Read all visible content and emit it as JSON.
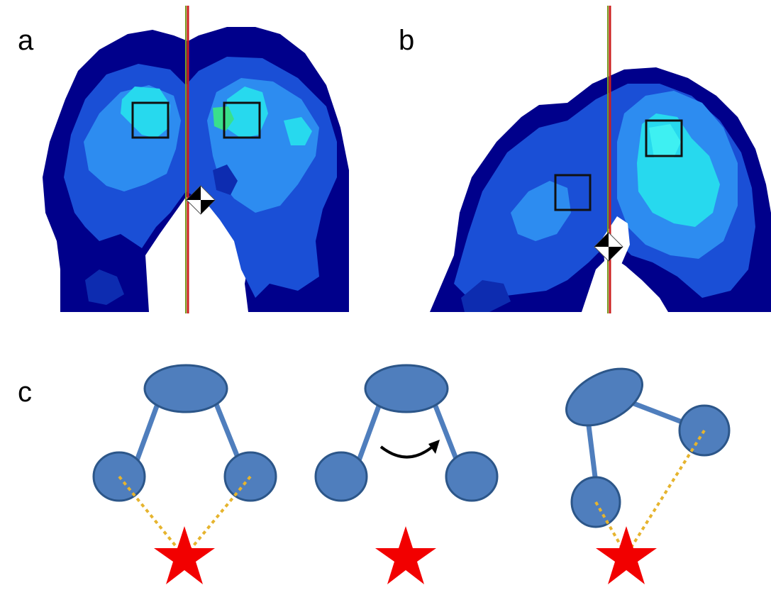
{
  "panels": {
    "a": {
      "label": "a"
    },
    "b": {
      "label": "b"
    },
    "c": {
      "label": "c"
    }
  },
  "colors": {
    "heatmap_outer": "#00008b",
    "heatmap_mid": "#1a4fd6",
    "heatmap_light": "#2d8cf0",
    "heatmap_cyan": "#27d9ee",
    "heatmap_green": "#39e08c",
    "reference_line_red": "#cc1e1e",
    "reference_line_green": "#7a9a22",
    "roi_box": "#111111",
    "node_fill": "#4f7ebd",
    "node_stroke": "#2c5689",
    "link": "#4f7ebd",
    "dotted_line": "#e6b42e",
    "star": "#f20000",
    "arrow": "#000000"
  },
  "icons": {
    "center_of_pressure": "center-of-pressure-icon",
    "star": "star-icon",
    "rotation_arrow": "curved-arrow-icon"
  }
}
